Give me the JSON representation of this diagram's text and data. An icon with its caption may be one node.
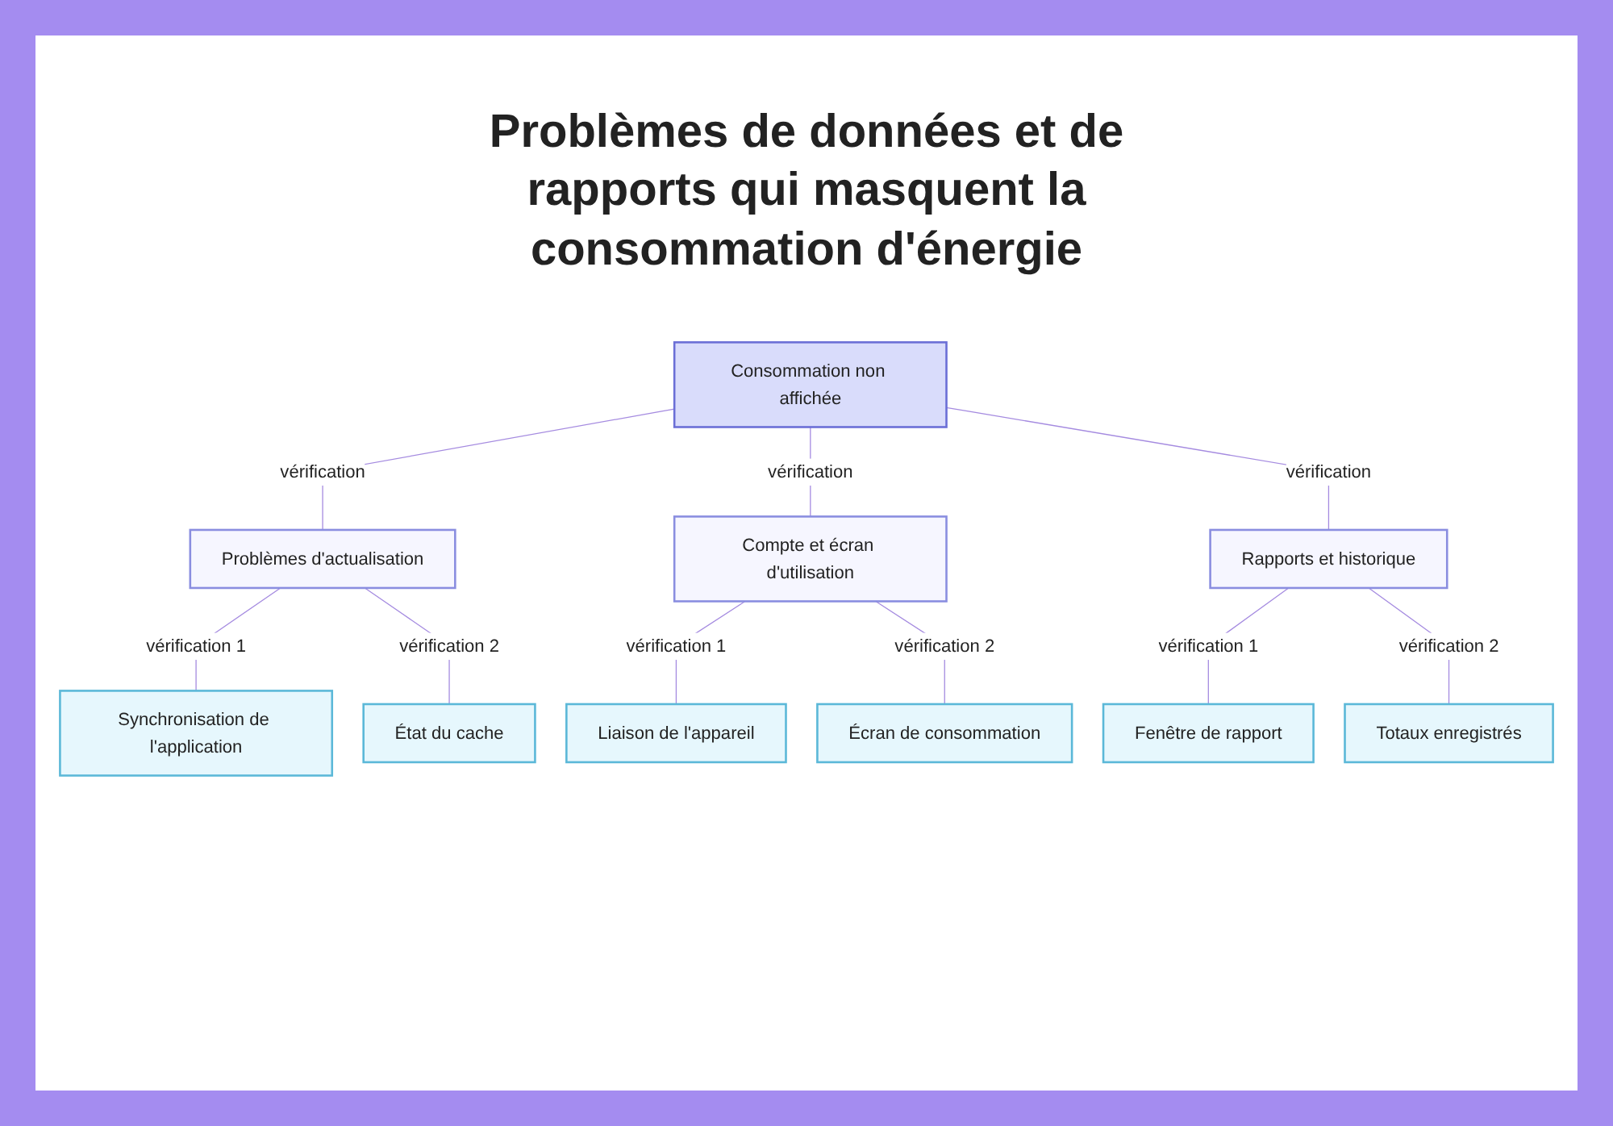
{
  "diagram": {
    "title": "Problèmes de données et de rapports qui masquent la consommation d'énergie",
    "nodes": [
      {
        "text": [
          "Consommation non affichée"
        ]
      },
      {
        "text": [
          "Problèmes d'actualisation"
        ]
      },
      {
        "text": [
          "Compte et écran d'utilisation"
        ]
      },
      {
        "text": [
          "Rapports et historique"
        ]
      },
      {
        "text": [
          "Synchronisation de l'application"
        ]
      },
      {
        "text": [
          "État du cache"
        ]
      },
      {
        "text": [
          "Liaison de l'appareil"
        ]
      },
      {
        "text": [
          "Écran de consommation"
        ]
      },
      {
        "text": [
          "Fenêtre de rapport"
        ]
      },
      {
        "text": [
          "Totaux enregistrés"
        ]
      }
    ],
    "edges": [
      {
        "from": 0,
        "to": 1,
        "arrow": "none",
        "label": "vérification"
      },
      {
        "from": 0,
        "to": 2,
        "arrow": "none",
        "label": "vérification"
      },
      {
        "from": 0,
        "to": 3,
        "arrow": "none",
        "label": "vérification"
      },
      {
        "from": 1,
        "to": 4,
        "arrow": "none",
        "label": "vérification 1"
      },
      {
        "from": 1,
        "to": 5,
        "arrow": "none",
        "label": "vérification 2"
      },
      {
        "from": 2,
        "to": 6,
        "arrow": "none",
        "label": "vérification 1"
      },
      {
        "from": 2,
        "to": 7,
        "arrow": "none",
        "label": "vérification 2"
      },
      {
        "from": 3,
        "to": 8,
        "arrow": "none",
        "label": "vérification 1"
      },
      {
        "from": 3,
        "to": 9,
        "arrow": "none",
        "label": "vérification 2"
      }
    ]
  }
}
